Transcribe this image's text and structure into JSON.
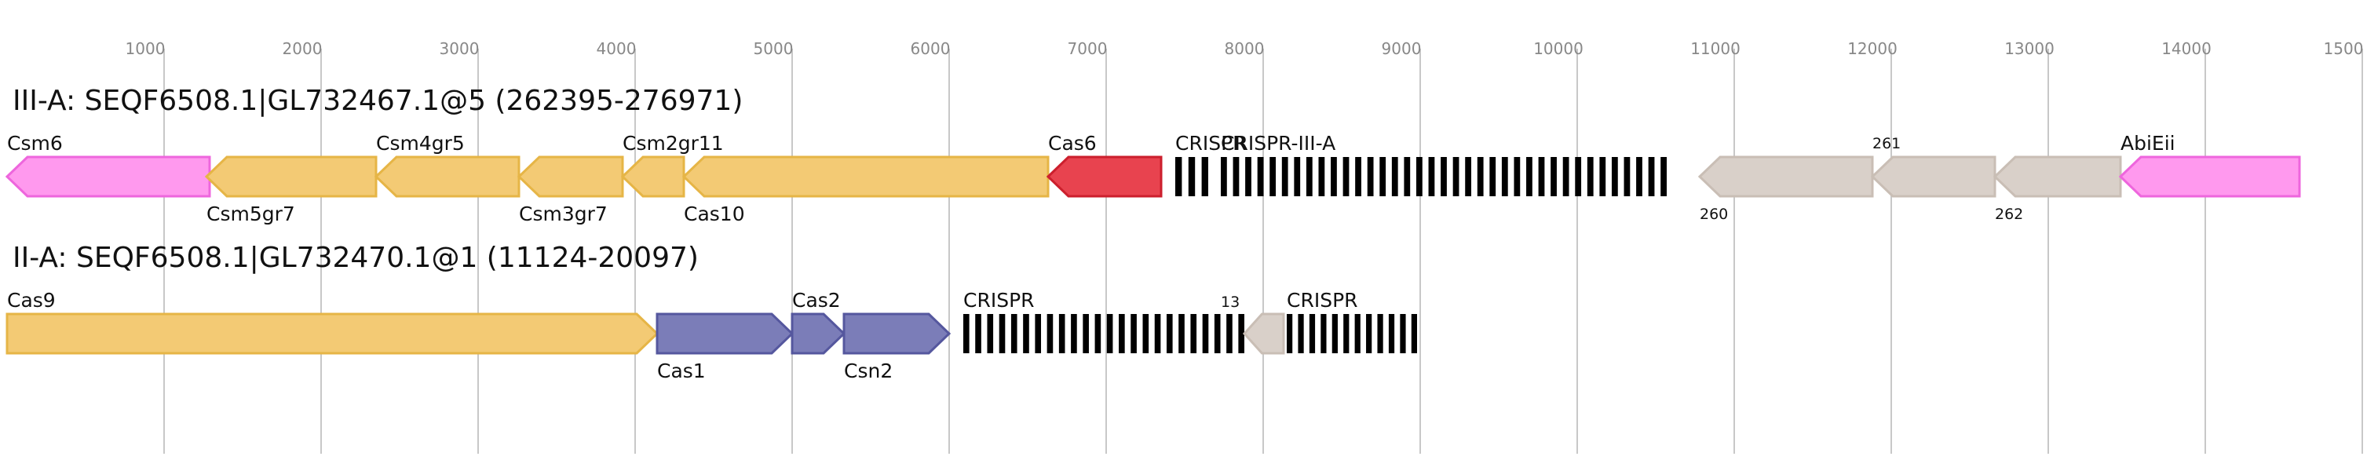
{
  "colors": {
    "grid": "#c8c8c8",
    "tick_text": "#888888",
    "core": "#f3ca74",
    "core_edge": "#e6b546",
    "cas6": "#e8434f",
    "cas6_edge": "#cc1f2d",
    "pink": "#ff99ee",
    "pink_edge": "#ee66dd",
    "adapt": "#7b7db8",
    "adapt_edge": "#55579e",
    "other": "#d9d0c9",
    "other_edge": "#c9beb5",
    "crispr": "#000000"
  },
  "chart_data": {
    "type": "gene-map",
    "axis": {
      "ticks": [
        1000,
        2000,
        3000,
        4000,
        5000,
        6000,
        7000,
        8000,
        9000,
        10000,
        11000,
        12000,
        13000,
        14000,
        15000
      ],
      "tick_labels": [
        "1000",
        "2000",
        "3000",
        "4000",
        "5000",
        "6000",
        "7000",
        "8000",
        "9000",
        "10000",
        "11000",
        "12000",
        "13000",
        "14000",
        "1500"
      ]
    },
    "tracks": [
      {
        "title": "III-A: SEQF6508.1|GL732467.1@5 (262395-276971)",
        "features": [
          {
            "kind": "gene",
            "start": 0,
            "end": 1290,
            "strand": -1,
            "class": "pink",
            "label": "Csm6",
            "label_pos": "above"
          },
          {
            "kind": "gene",
            "start": 1270,
            "end": 2350,
            "strand": -1,
            "class": "core",
            "label": "Csm5gr7",
            "label_pos": "below"
          },
          {
            "kind": "gene",
            "start": 2350,
            "end": 3260,
            "strand": -1,
            "class": "core",
            "label": "Csm4gr5",
            "label_pos": "above"
          },
          {
            "kind": "gene",
            "start": 3260,
            "end": 3920,
            "strand": -1,
            "class": "core",
            "label": "Csm3gr7",
            "label_pos": "below"
          },
          {
            "kind": "gene",
            "start": 3920,
            "end": 4310,
            "strand": -1,
            "class": "core",
            "label": "Csm2gr11",
            "label_pos": "above"
          },
          {
            "kind": "gene",
            "start": 4310,
            "end": 6630,
            "strand": -1,
            "class": "core",
            "label": "Cas10",
            "label_pos": "below"
          },
          {
            "kind": "gene",
            "start": 6630,
            "end": 7350,
            "strand": -1,
            "class": "cas6",
            "label": "Cas6",
            "label_pos": "above"
          },
          {
            "kind": "crispr",
            "start": 7440,
            "end": 7650,
            "n": 3,
            "label": "CRISPR",
            "label_pos": "above"
          },
          {
            "kind": "crispr",
            "start": 7730,
            "end": 10570,
            "n": 37,
            "label": "CRISPR-III-A",
            "label_pos": "above"
          },
          {
            "kind": "gene",
            "start": 10780,
            "end": 11880,
            "strand": -1,
            "class": "other",
            "label": "260",
            "label_pos": "below-small"
          },
          {
            "kind": "gene",
            "start": 11880,
            "end": 12660,
            "strand": -1,
            "class": "other",
            "label": "261",
            "label_pos": "above-small"
          },
          {
            "kind": "gene",
            "start": 12660,
            "end": 13460,
            "strand": -1,
            "class": "other",
            "label": "262",
            "label_pos": "below-small"
          },
          {
            "kind": "gene",
            "start": 13460,
            "end": 14600,
            "strand": -1,
            "class": "pink",
            "label": "AbiEii",
            "label_pos": "above"
          }
        ]
      },
      {
        "title": "II-A: SEQF6508.1|GL732470.1@1 (11124-20097)",
        "features": [
          {
            "kind": "gene",
            "start": 0,
            "end": 4140,
            "strand": 1,
            "class": "core",
            "label": "Cas9",
            "label_pos": "above"
          },
          {
            "kind": "gene",
            "start": 4140,
            "end": 5000,
            "strand": 1,
            "class": "adapt",
            "label": "Cas1",
            "label_pos": "below"
          },
          {
            "kind": "gene",
            "start": 5000,
            "end": 5330,
            "strand": 1,
            "class": "adapt",
            "label": "Cas2",
            "label_pos": "above"
          },
          {
            "kind": "gene",
            "start": 5330,
            "end": 6000,
            "strand": 1,
            "class": "adapt",
            "label": "Csn2",
            "label_pos": "below"
          },
          {
            "kind": "crispr",
            "start": 6090,
            "end": 7880,
            "n": 24,
            "label": "CRISPR",
            "label_pos": "above"
          },
          {
            "kind": "gene",
            "start": 7880,
            "end": 8130,
            "strand": -1,
            "class": "other",
            "label": "13",
            "label_pos": "above-small-left"
          },
          {
            "kind": "crispr",
            "start": 8150,
            "end": 8980,
            "n": 12,
            "label": "CRISPR",
            "label_pos": "above"
          }
        ]
      }
    ]
  }
}
